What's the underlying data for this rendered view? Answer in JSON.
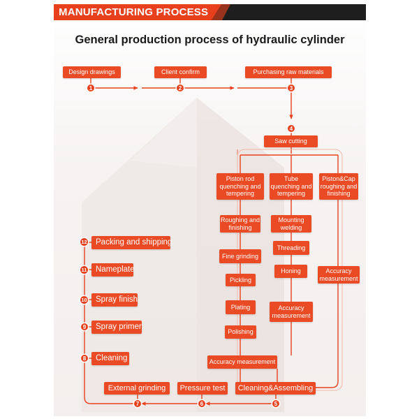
{
  "header": {
    "label": "MANUFACTURING PROCESS"
  },
  "title": "General production process of hydraulic cylinder",
  "top_row": {
    "design": "Design drawings",
    "client": "Client confirm",
    "purchasing": "Purchasing raw materials"
  },
  "saw": "Saw cutting",
  "col_piston_rod": {
    "head": "Piston rod quenching and tempering",
    "roughing": "Roughing and finishing",
    "fine": "Fine grinding",
    "pickling": "Pickling",
    "plating": "Plating",
    "polishing": "Polishing",
    "accuracy": "Accuracy measurement"
  },
  "col_tube": {
    "head": "Tube quenching and tempering",
    "mounting": "Mounting welding",
    "threading": "Threading",
    "honing": "Honing",
    "accuracy": "Accuracy measurement"
  },
  "col_piston_cap": {
    "head": "Piston&Cap roughing and finishing",
    "accuracy": "Accuracy measurement"
  },
  "bottom_row": {
    "external": "External grinding",
    "pressure": "Pressure test",
    "cleaning_assembling": "Cleaning&Assembling"
  },
  "left_col": {
    "cleaning": "Cleaning",
    "spray_primer": "Spray primer",
    "spray_finish": "Spray finish",
    "nameplate": "Nameplate",
    "packing": "Packing and shipping"
  },
  "nodes": [
    "1",
    "2",
    "3",
    "4",
    "5",
    "6",
    "7",
    "8",
    "9",
    "10",
    "11",
    "12"
  ],
  "colors": {
    "accent": "#e8401c",
    "box": "#ea4a24",
    "header_bg": "#1e1e1e"
  }
}
